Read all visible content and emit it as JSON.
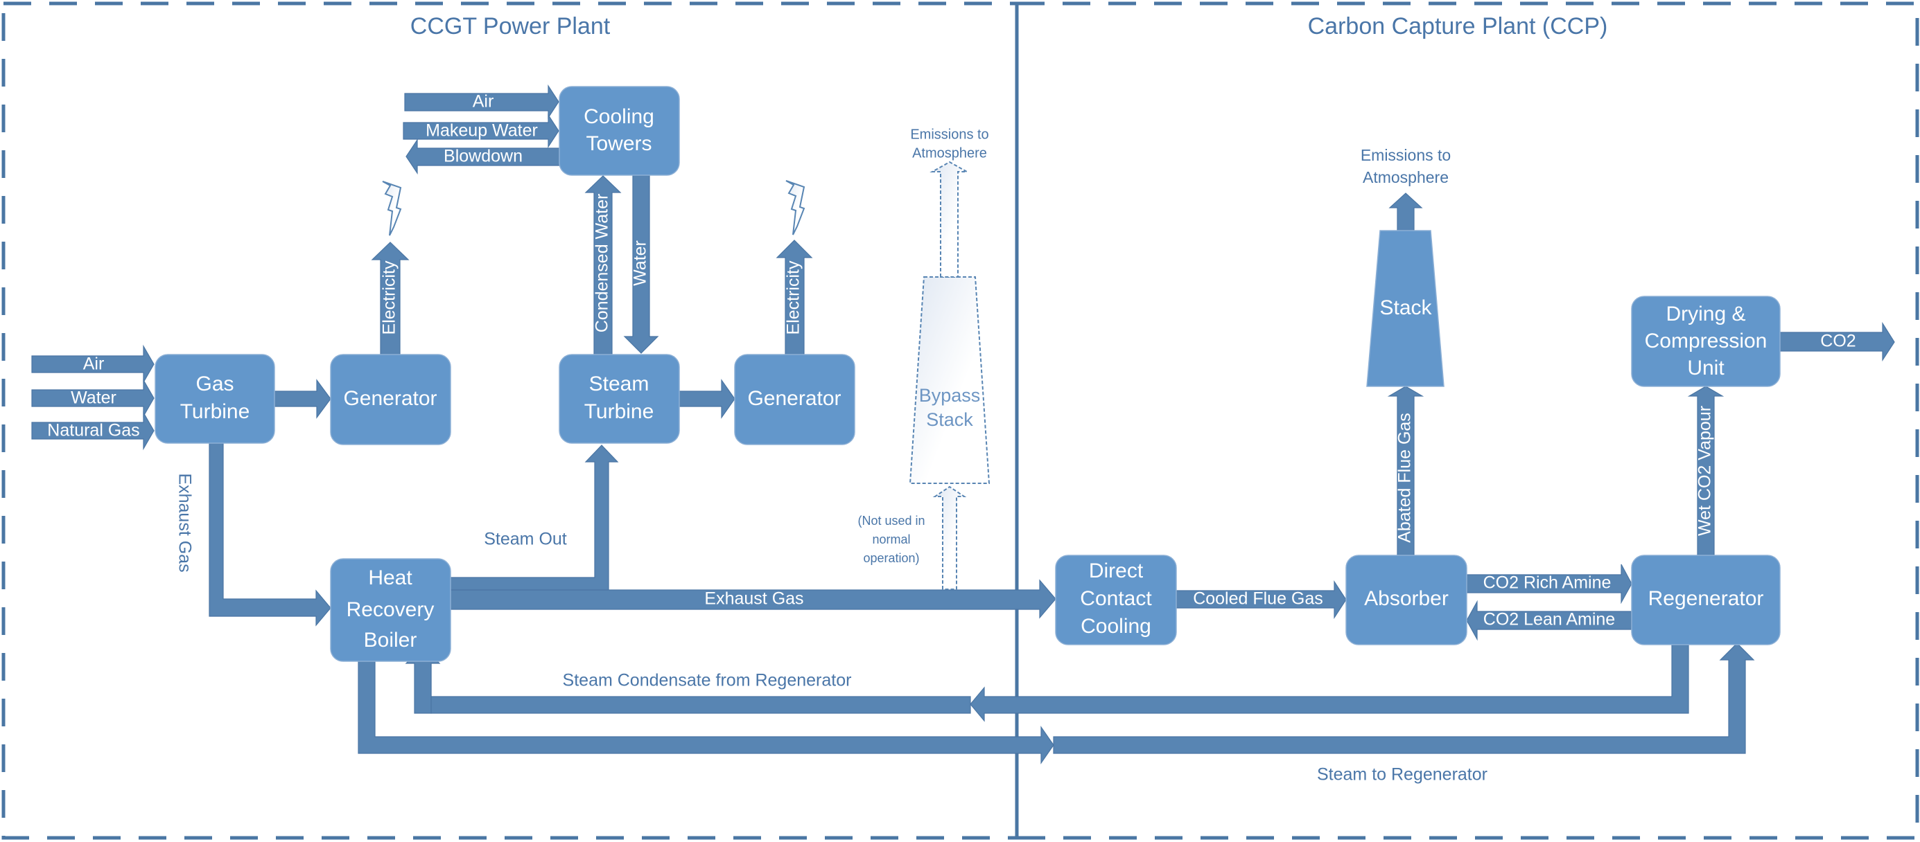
{
  "regions": {
    "ccgt_title": "CCGT Power Plant",
    "ccp_title": "Carbon Capture Plant (CCP)"
  },
  "units": {
    "gas_turbine": [
      "Gas",
      "Turbine"
    ],
    "generator_1": [
      "Generator"
    ],
    "cooling_towers": [
      "Cooling",
      "Towers"
    ],
    "steam_turbine": [
      "Steam",
      "Turbine"
    ],
    "generator_2": [
      "Generator"
    ],
    "heat_recovery_boiler": [
      "Heat",
      "Recovery",
      "Boiler"
    ],
    "bypass_stack": [
      "Bypass",
      "Stack"
    ],
    "direct_contact_cooling": [
      "Direct",
      "Contact",
      "Cooling"
    ],
    "absorber": [
      "Absorber"
    ],
    "stack": [
      "Stack"
    ],
    "regenerator": [
      "Regenerator"
    ],
    "drying_compression": [
      "Drying &",
      "Compression",
      "Unit"
    ]
  },
  "streams": {
    "gt_air": "Air",
    "gt_water": "Water",
    "gt_natural_gas": "Natural Gas",
    "ct_air": "Air",
    "ct_makeup_water": "Makeup Water",
    "ct_blowdown": "Blowdown",
    "electricity_1": "Electricity",
    "electricity_2": "Electricity",
    "condensed_water": "Condensed Water",
    "water": "Water",
    "gt_exhaust_gas": "Exhaust Gas",
    "steam_out": "Steam Out",
    "hrb_exhaust_gas": "Exhaust Gas",
    "cooled_flue_gas": "Cooled Flue Gas",
    "co2_rich_amine": "CO2 Rich Amine",
    "co2_lean_amine": "CO2 Lean Amine",
    "abated_flue_gas": "Abated Flue Gas",
    "wet_co2_vapour": "Wet CO2 Vapour",
    "co2_product": "CO2",
    "steam_condensate": "Steam Condensate from Regenerator",
    "steam_to_regenerator": "Steam to Regenerator"
  },
  "annotations": {
    "bypass_emissions": [
      "Emissions to",
      "Atmosphere"
    ],
    "stack_emissions": [
      "Emissions to",
      "Atmosphere"
    ],
    "bypass_note": [
      "(Not used in",
      "normal",
      "operation)"
    ]
  },
  "colors": {
    "unit_fill": "#6397cb",
    "stream_fill": "#5885b3",
    "label_text": "#4a76a8",
    "region_border": "#4a76a3"
  }
}
